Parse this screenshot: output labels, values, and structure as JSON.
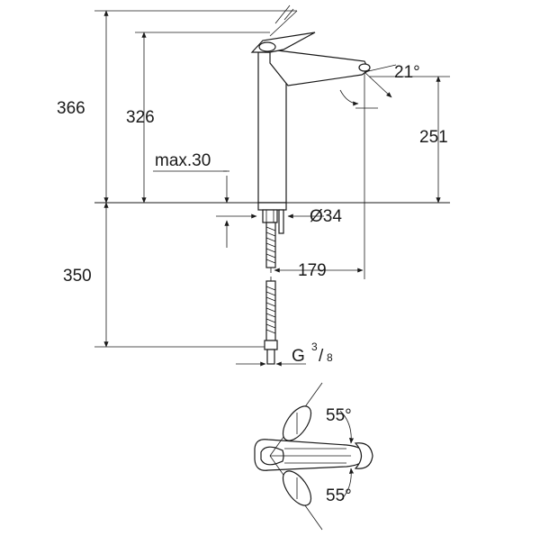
{
  "dimensions": {
    "overall_height": "366",
    "spout_height": "326",
    "outlet_height": "251",
    "below_counter": "350",
    "max_thickness": "max.30",
    "diameter": "Ø34",
    "spout_reach": "179",
    "spout_angle": "21°",
    "connection_G": "G",
    "connection_num": "3",
    "connection_den": "8",
    "lever_angle_top": "55°",
    "lever_angle_bottom": "55°"
  },
  "colors": {
    "line": "#1a1a1a",
    "background": "#ffffff"
  }
}
